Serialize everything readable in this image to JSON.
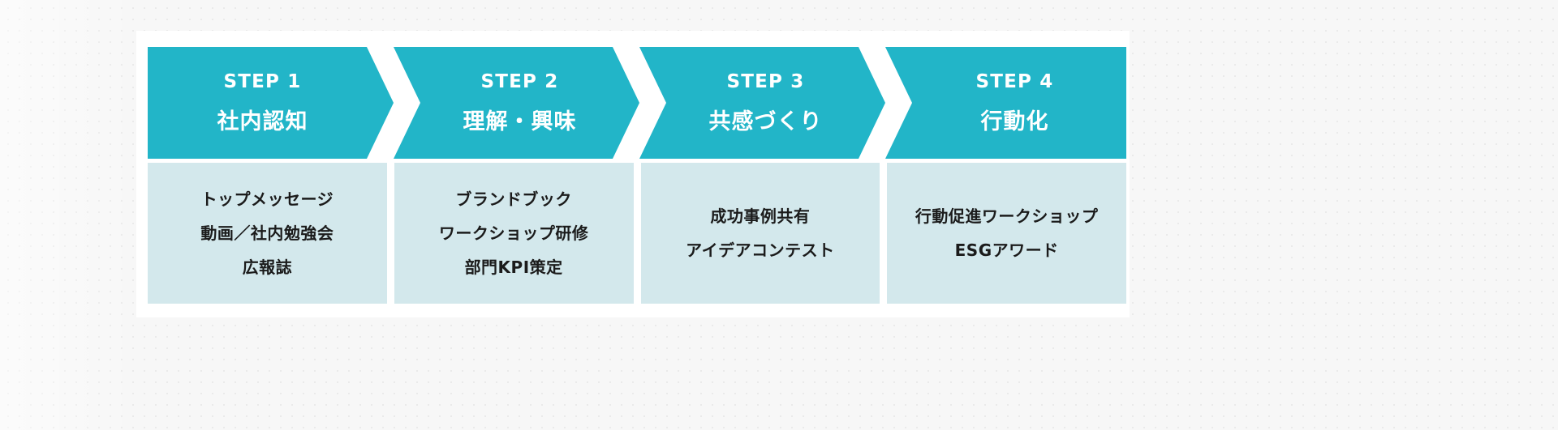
{
  "diagram": {
    "type": "process-steps",
    "accent_color": "#22b5c8",
    "body_box_color": "#d3e8ec",
    "card_color": "#ffffff",
    "background_color": "#f7f7f7",
    "step_count": 4,
    "steps": [
      {
        "number_label": "STEP 1",
        "title": "社内認知",
        "items": [
          "トップメッセージ",
          "動画／社内勉強会",
          "広報誌"
        ]
      },
      {
        "number_label": "STEP 2",
        "title": "理解・興味",
        "items": [
          "ブランドブック",
          "ワークショップ研修",
          "部門KPI策定"
        ]
      },
      {
        "number_label": "STEP 3",
        "title": "共感づくり",
        "items": [
          "成功事例共有",
          "アイデアコンテスト"
        ]
      },
      {
        "number_label": "STEP 4",
        "title": "行動化",
        "items": [
          "行動促進ワークショップ",
          "ESGアワード"
        ]
      }
    ]
  }
}
